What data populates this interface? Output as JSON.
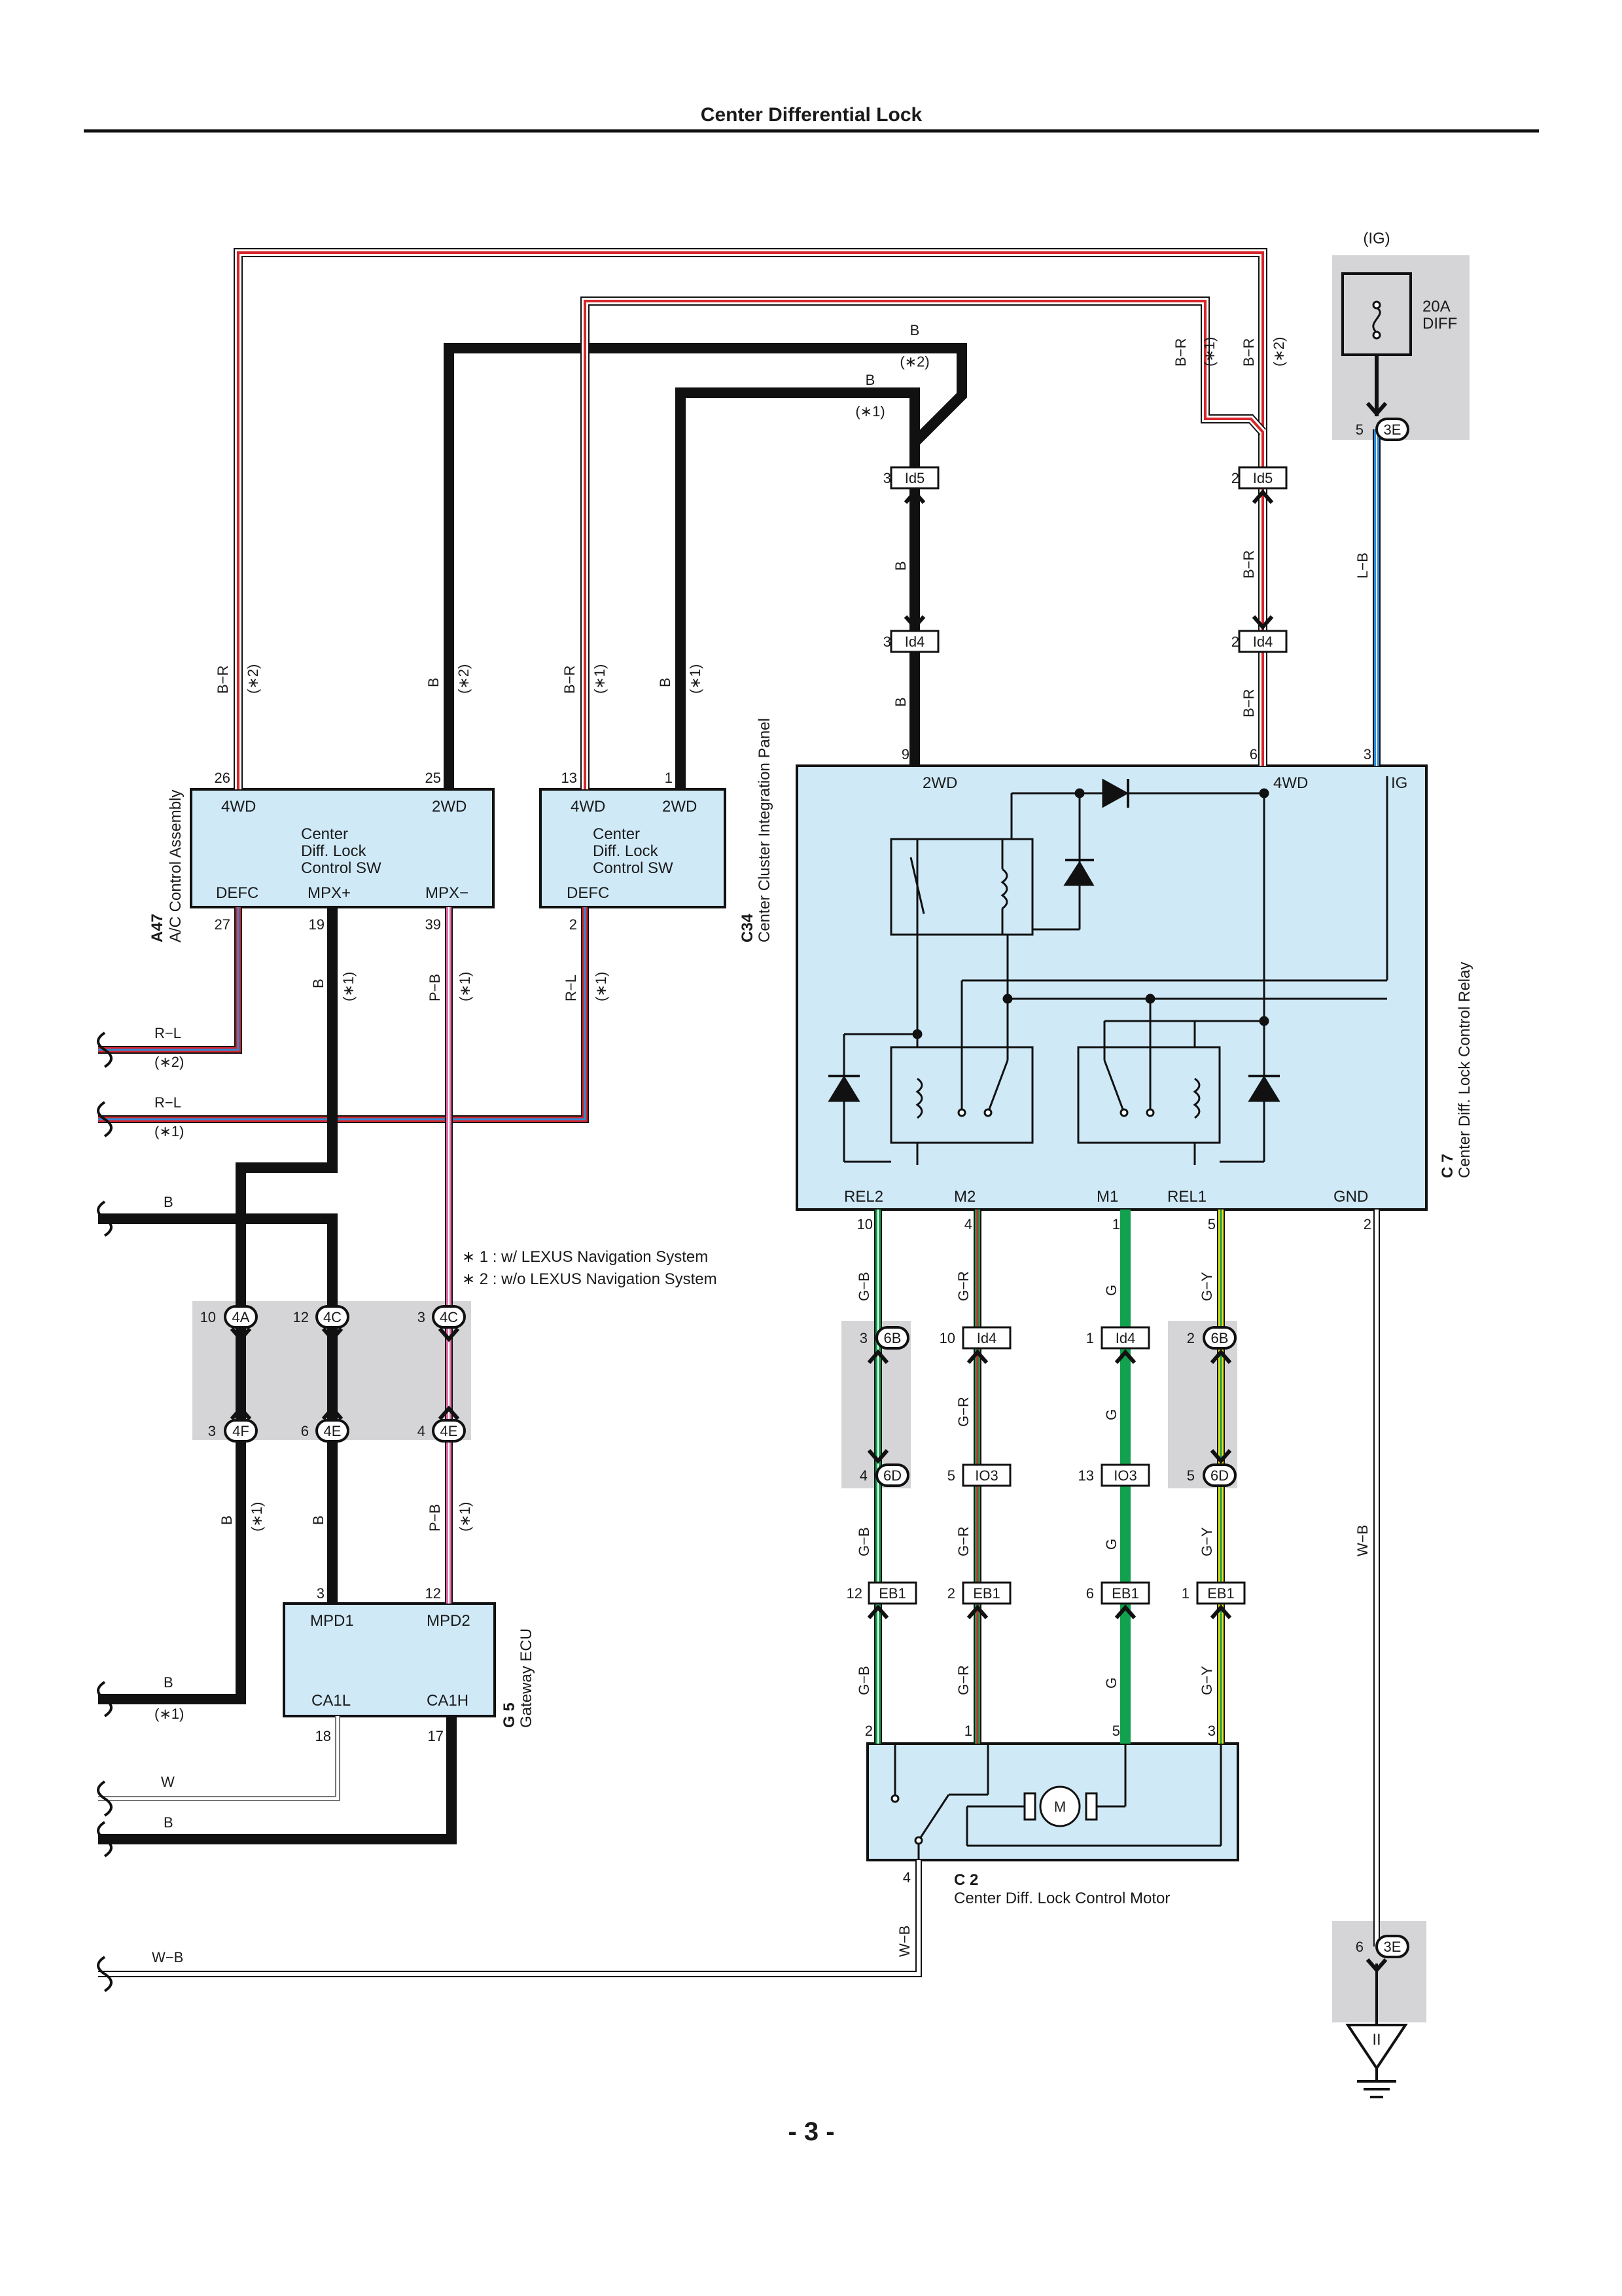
{
  "header": {
    "title": "Center Differential Lock"
  },
  "footer": {
    "page": "- 3 -"
  },
  "colors": {
    "block_fill": "#cfe9f7",
    "gray_zone": "#d5d5d7",
    "wire_black": "#111111",
    "red": "#d7262c",
    "blue": "#2e8ad8",
    "green": "#12a14e",
    "yellow": "#f2e21c",
    "pink": "#e46fa9"
  },
  "notes": {
    "n1": "∗ 1 : w/ LEXUS Navigation System",
    "n2": "∗ 2 : w/o LEXUS Navigation System"
  },
  "components": {
    "a47": {
      "code": "A47",
      "name": "A/C Control Assembly",
      "switch_label": [
        "Center",
        "Diff.  Lock",
        "Control SW"
      ],
      "terminals": {
        "t4wd": "4WD",
        "t2wd": "2WD",
        "defc": "DEFC",
        "mpxp": "MPX+",
        "mpxm": "MPX−"
      }
    },
    "c34": {
      "code": "C34",
      "name": "Center Cluster Integration Panel",
      "switch_label": [
        "Center",
        "Diff.  Lock",
        "Control SW"
      ],
      "terminals": {
        "t4wd": "4WD",
        "t2wd": "2WD",
        "defc": "DEFC"
      }
    },
    "c7": {
      "code": "C 7",
      "name": "Center Diff.  Lock Control Relay",
      "terminals": {
        "t2wd": "2WD",
        "t4wd": "4WD",
        "ig": "IG",
        "rel2": "REL2",
        "m2": "M2",
        "m1": "M1",
        "rel1": "REL1",
        "gnd": "GND"
      }
    },
    "g5": {
      "code": "G 5",
      "name": "Gateway ECU",
      "terminals": {
        "mpd1": "MPD1",
        "mpd2": "MPD2",
        "ca1l": "CA1L",
        "ca1h": "CA1H"
      }
    },
    "c2": {
      "code": "C 2",
      "name": "Center Diff.  Lock Control Motor",
      "motor": "M"
    },
    "fuse": {
      "label": "(IG)",
      "rating": "20A",
      "name": "DIFF"
    },
    "ground": {
      "label": "II"
    }
  },
  "connectors": {
    "ig_3e_top": "3E",
    "ig_3e_bot": "3E",
    "id5": "Id5",
    "id4": "Id4",
    "c4a": "4A",
    "c4c": "4C",
    "c4f": "4F",
    "c4e": "4E",
    "c6b": "6B",
    "c6d": "6D",
    "io3": "IO3",
    "eb1": "EB1"
  },
  "pins": {
    "p3e_top": "5",
    "p3e_bot": "6",
    "id5_left": "3",
    "id5_right": "2",
    "id4_left": "3",
    "id4_right": "2",
    "a47_26": "26",
    "a47_25": "25",
    "a47_27": "27",
    "a47_19": "19",
    "a47_39": "39",
    "c34_13": "13",
    "c34_1": "1",
    "c34_2": "2",
    "c7_9": "9",
    "c7_6": "6",
    "c7_3": "3",
    "c7_10": "10",
    "c7_4": "4",
    "c7_1": "1",
    "c7_5": "5",
    "c7_2": "2",
    "j4a": "10",
    "j4c_a": "12",
    "j4c_b": "3",
    "j4f": "3",
    "j4e_a": "6",
    "j4e_b": "4",
    "j6b_a": "3",
    "j6b_b": "2",
    "j6d_a": "4",
    "j6d_b": "5",
    "jid4_a": "10",
    "jid4_b": "1",
    "jio3_a": "5",
    "jio3_b": "13",
    "jeb_a": "12",
    "jeb_b": "2",
    "jeb_c": "6",
    "jeb_d": "1",
    "g5_3": "3",
    "g5_12": "12",
    "g5_18": "18",
    "g5_17": "17",
    "c2_2": "2",
    "c2_1": "1",
    "c2_5": "5",
    "c2_3": "3",
    "c2_4": "4"
  },
  "wire_labels": {
    "br": "B−R",
    "b": "B",
    "lb": "L−B",
    "rl": "R−L",
    "pb": "P−B",
    "gb": "G−B",
    "gr": "G−R",
    "g": "G",
    "gy": "G−Y",
    "wb": "W−B",
    "w": "W",
    "star1": "(∗1)",
    "star2": "(∗2)"
  }
}
